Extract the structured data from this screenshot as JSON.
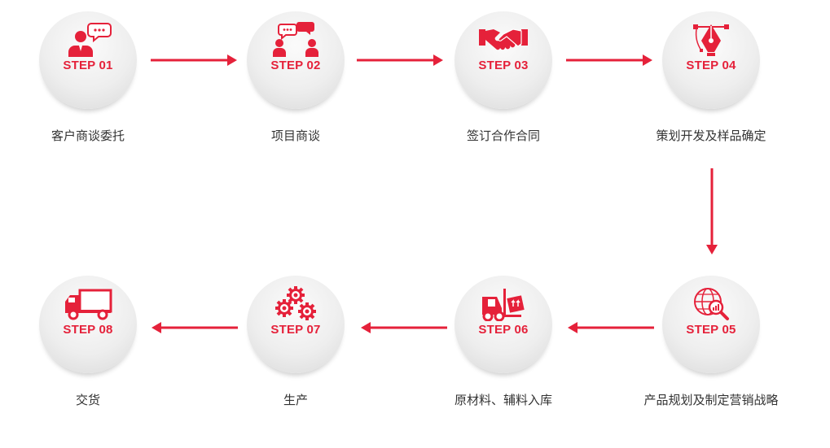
{
  "colors": {
    "accent": "#e5213a",
    "text": "#333333",
    "circle": "#eeeeee"
  },
  "steps": [
    {
      "label": "STEP 01",
      "caption": "客户商谈委托",
      "icon": "consultant-speech-icon"
    },
    {
      "label": "STEP 02",
      "caption": "项目商谈",
      "icon": "two-people-talking-icon"
    },
    {
      "label": "STEP 03",
      "caption": "签订合作合同",
      "icon": "handshake-icon"
    },
    {
      "label": "STEP 04",
      "caption": "策划开发及样品确定",
      "icon": "pen-tool-icon"
    },
    {
      "label": "STEP 05",
      "caption": "产品规划及制定营销战略",
      "icon": "globe-search-icon"
    },
    {
      "label": "STEP 06",
      "caption": "原材料、辅料入库",
      "icon": "forklift-icon"
    },
    {
      "label": "STEP 07",
      "caption": "生产",
      "icon": "gears-icon"
    },
    {
      "label": "STEP 08",
      "caption": "交货",
      "icon": "delivery-truck-icon"
    }
  ]
}
